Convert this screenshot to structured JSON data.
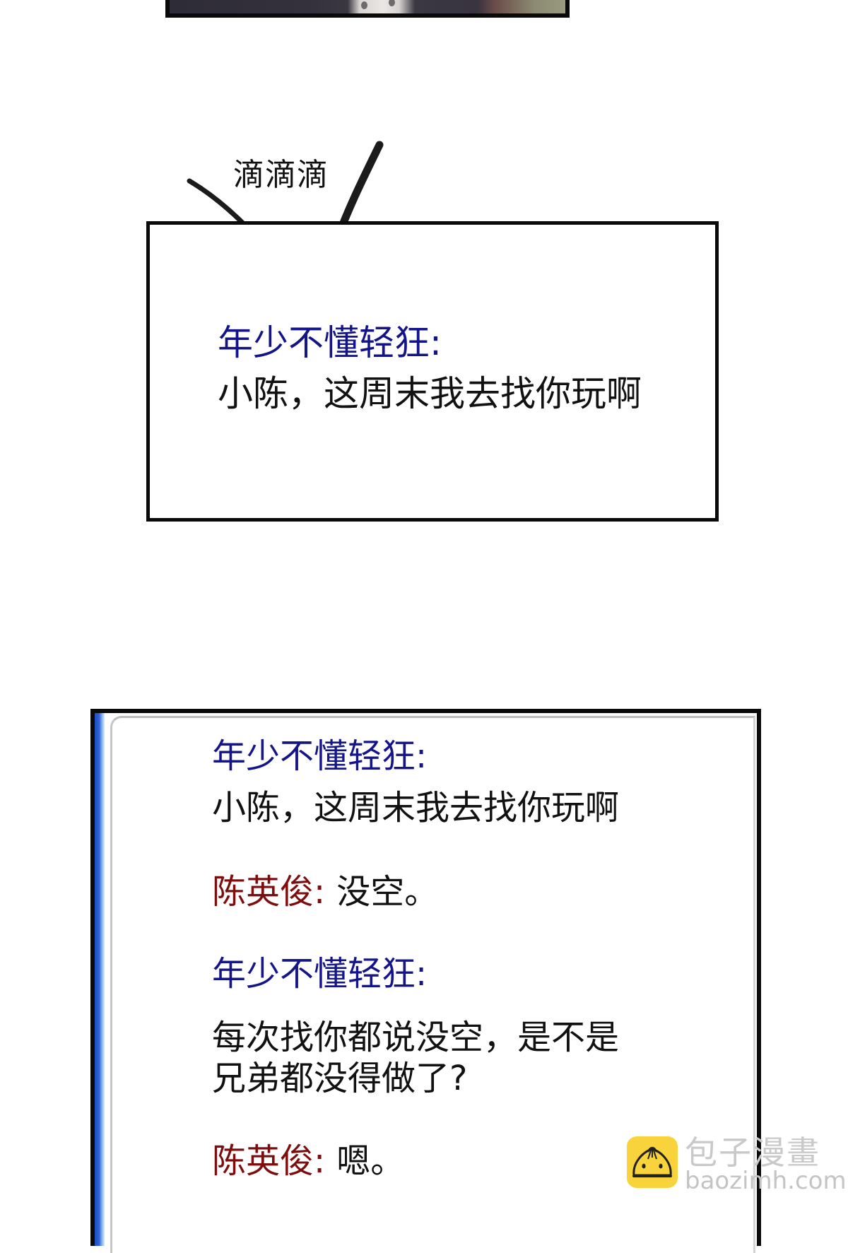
{
  "top_panel": {
    "description": "comic art panel fragment (dark suit, white shirt buttons)"
  },
  "sfx": {
    "text": "滴滴滴"
  },
  "notification": {
    "sender": "年少不懂轻狂:",
    "message": "小陈，这周末我去找你玩啊"
  },
  "chat": {
    "messages": [
      {
        "sender": "年少不懂轻狂:",
        "sender_color": "#15158a",
        "body": ""
      },
      {
        "sender": "",
        "sender_color": "",
        "body": "小陈，这周末我去找你玩啊"
      },
      {
        "sender": "陈英俊:",
        "sender_color": "#7e0d0d",
        "body": "没空。"
      },
      {
        "sender": "年少不懂轻狂:",
        "sender_color": "#15158a",
        "body": ""
      },
      {
        "sender": "",
        "sender_color": "",
        "body": "每次找你都说没空，是不是"
      },
      {
        "sender": "",
        "sender_color": "",
        "body": "兄弟都没得做了?"
      },
      {
        "sender": "陈英俊:",
        "sender_color": "#7e0d0d",
        "body": "嗯。"
      }
    ]
  },
  "watermark": {
    "icon": "baozi-bun-icon",
    "brand_cn": "包子漫畫",
    "brand_url": "baozimh.com",
    "icon_color": "#f8d33b"
  },
  "colors": {
    "sender_blue": "#15158a",
    "sender_red": "#7e0d0d",
    "border": "#0a0a0a",
    "window_blue": "#2f63d6"
  }
}
